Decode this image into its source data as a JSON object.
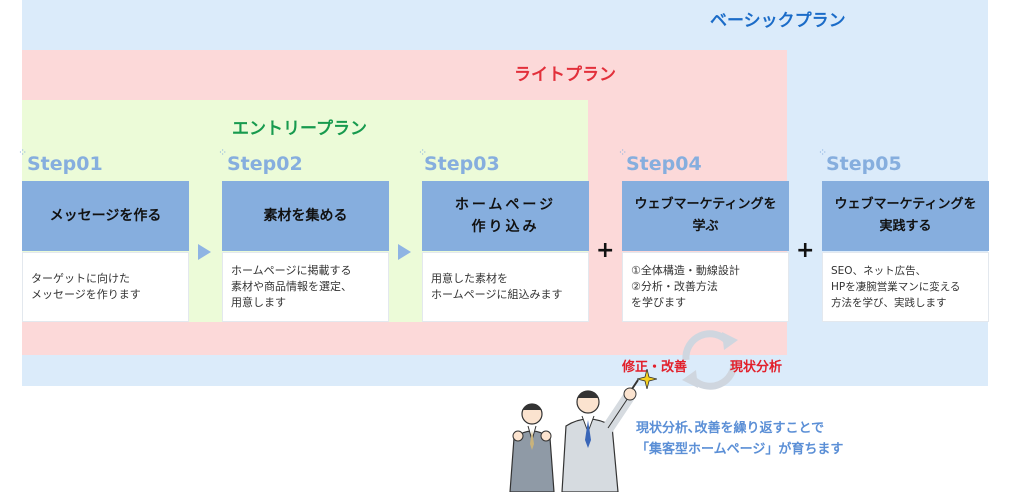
{
  "plans": {
    "basic": "ベーシックプラン",
    "light": "ライトプラン",
    "entry": "エントリープラン"
  },
  "steps": [
    {
      "label": "Step01",
      "title": "メッセージを作る",
      "body": "ターゲットに向けた\nメッセージを作ります"
    },
    {
      "label": "Step02",
      "title": "素材を集める",
      "body": "ホームページに掲載する\n素材や商品情報を選定、\n用意します"
    },
    {
      "label": "Step03",
      "title": "ホームページ\n作り込み",
      "body": "用意した素材を\nホームページに組込みます"
    },
    {
      "label": "Step04",
      "title": "ウェブマーケティングを\n学ぶ",
      "body": "①全体構造・動線設計\n②分析・改善方法\nを学びます"
    },
    {
      "label": "Step05",
      "title": "ウェブマーケティングを\n実践する",
      "body": "SEO、ネット広告、\nHPを凄腕営業マンに変える\n方法を学び、実践します"
    }
  ],
  "cycle": {
    "left": "修正・改善",
    "right": "現状分析"
  },
  "bottom_message": "現状分析､改善を繰り返すことで\n「集客型ホームページ」が育ちます",
  "colors": {
    "basic_zone": "#dbebfa",
    "light_zone": "#fcd9d9",
    "entry_zone": "#ecfbd8",
    "step_header": "#86aede",
    "basic_title": "#1b6cc8",
    "light_title": "#e2303b",
    "entry_title": "#179a4e"
  }
}
